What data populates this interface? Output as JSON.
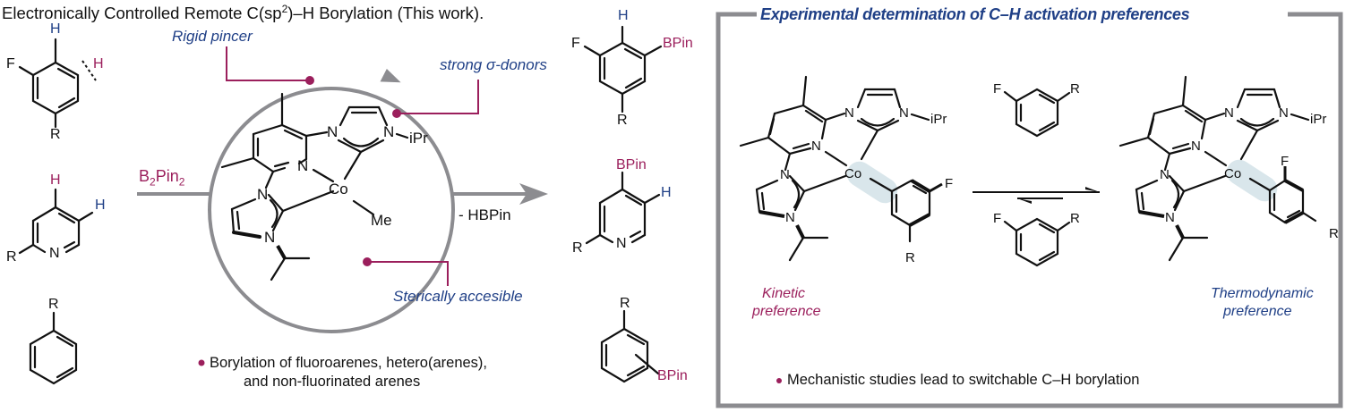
{
  "left_panel": {
    "title_prefix": "Electronically Controlled Remote C(sp",
    "title_sup": "2",
    "title_suffix": ")–H Borylation (This work).",
    "substrates": [
      {
        "name": "fluoroarene",
        "labels": {
          "F": "F",
          "H_blue": "H",
          "H_magenta": "H",
          "R": "R"
        }
      },
      {
        "name": "pyridine",
        "labels": {
          "H_magenta": "H",
          "H_blue": "H",
          "N": "N",
          "R": "R"
        }
      },
      {
        "name": "arene",
        "labels": {
          "R": "R"
        }
      }
    ],
    "reagent": {
      "prefix": "B",
      "sub1": "2",
      "mid": "Pin",
      "sub2": "2"
    },
    "byproduct": "- HBPin",
    "catalyst_labels": {
      "N": "N",
      "Co": "Co",
      "Me": "Me",
      "iPr": "iPr"
    },
    "annotations": {
      "rigid_pincer": "Rigid pincer",
      "strong_donors": "strong σ-donors",
      "sterically": "Sterically accesible"
    },
    "products": [
      {
        "name": "fluoroarene-bpin",
        "labels": {
          "F": "F",
          "H": "H",
          "BPin": "BPin",
          "R": "R"
        }
      },
      {
        "name": "pyridine-bpin",
        "labels": {
          "BPin": "BPin",
          "H": "H",
          "N": "N",
          "R": "R"
        }
      },
      {
        "name": "arene-bpin",
        "labels": {
          "R": "R",
          "BPin": "BPin"
        }
      }
    ],
    "bullet": "•",
    "bullet_line1": "Borylation of fluoroarenes, hetero(arenes),",
    "bullet_line2": "and non-fluorinated arenes"
  },
  "right_panel": {
    "title": "Experimental determination of C–H activation preferences",
    "kinetic_line1": "Kinetic",
    "kinetic_line2": "preference",
    "thermo_line1": "Thermodynamic",
    "thermo_line2": "preference",
    "complex_labels": {
      "N": "N",
      "Co": "Co",
      "iPr": "iPr",
      "F": "F",
      "R": "R"
    },
    "equilibrium_arene_labels": {
      "F": "F",
      "R": "R"
    },
    "bullet": "•",
    "bullet_text": "Mechanistic studies lead to switchable C–H borylation"
  },
  "colors": {
    "blue": "#1f3f86",
    "magenta": "#9b1f5c",
    "gray": "#8c8c90",
    "highlight": "#cfe0e6"
  }
}
